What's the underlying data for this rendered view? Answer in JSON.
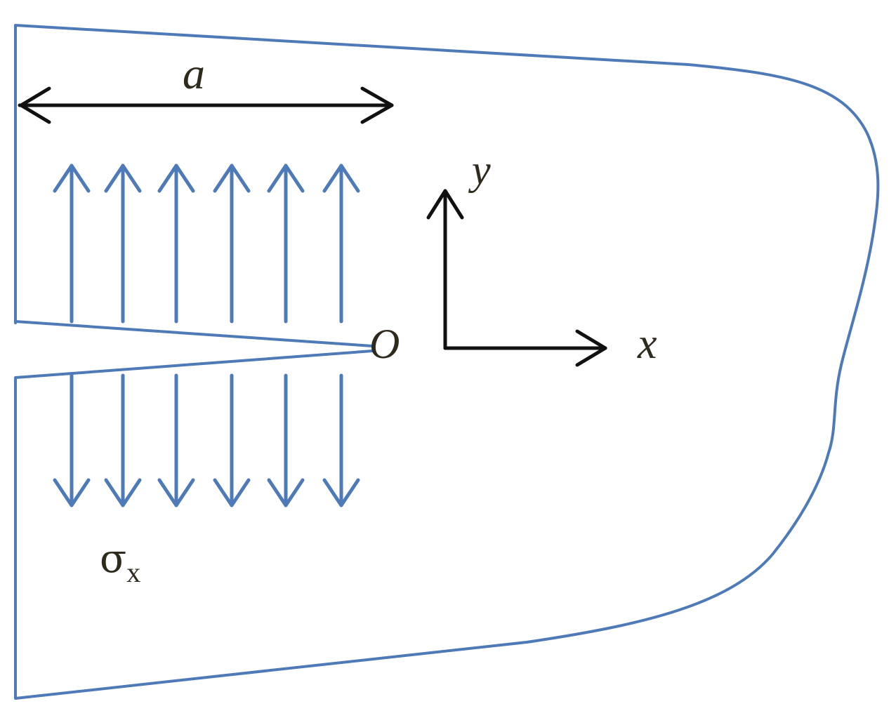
{
  "labels": {
    "crack_length": "a",
    "y_axis": "y",
    "origin": "O",
    "x_axis": "x",
    "stress_symbol": "σ",
    "stress_subscript": "x"
  },
  "load_arrows": {
    "upward_count": 6,
    "downward_count": 6
  },
  "colors": {
    "body_outline": "#4f7ab8",
    "load_arrows": "#4f7ab8",
    "axes_and_dimension": "#111111",
    "label_text": "#2f2a1e"
  }
}
